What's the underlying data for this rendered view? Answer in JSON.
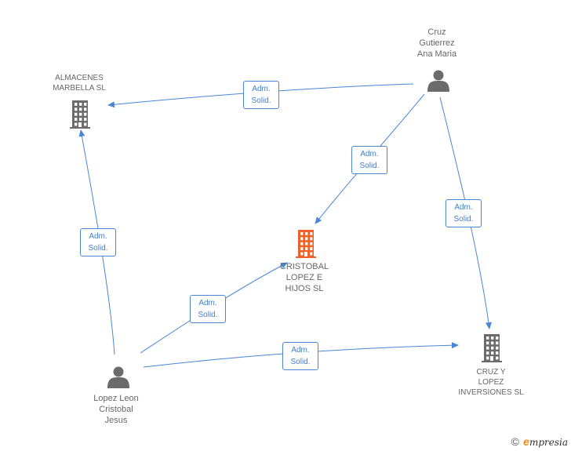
{
  "colors": {
    "edge": "#4a86d4",
    "node": "#6b6b6b",
    "focus": "#f0602a"
  },
  "nodes": {
    "almacenes": {
      "type": "company",
      "lines": [
        "ALMACENES",
        "MARBELLA SL"
      ]
    },
    "cruz_ana": {
      "type": "person",
      "lines": [
        "Cruz",
        "Gutierrez",
        "Ana Maria"
      ]
    },
    "cristobal": {
      "type": "company-focus",
      "lines": [
        "CRISTOBAL",
        "LOPEZ E",
        "HIJOS SL"
      ]
    },
    "cruz_lopez": {
      "type": "company",
      "lines": [
        "CRUZ Y",
        "LOPEZ",
        "INVERSIONES SL"
      ]
    },
    "lopez_leon": {
      "type": "person",
      "lines": [
        "Lopez Leon",
        "Cristobal",
        "Jesus"
      ]
    }
  },
  "edges": [
    {
      "from": "cruz_ana",
      "to": "almacenes",
      "label": [
        "Adm.",
        "Solid."
      ]
    },
    {
      "from": "cruz_ana",
      "to": "cristobal",
      "label": [
        "Adm.",
        "Solid."
      ]
    },
    {
      "from": "cruz_ana",
      "to": "cruz_lopez",
      "label": [
        "Adm.",
        "Solid."
      ]
    },
    {
      "from": "lopez_leon",
      "to": "almacenes",
      "label": [
        "Adm.",
        "Solid."
      ]
    },
    {
      "from": "lopez_leon",
      "to": "cristobal",
      "label": [
        "Adm.",
        "Solid."
      ]
    },
    {
      "from": "lopez_leon",
      "to": "cruz_lopez",
      "label": [
        "Adm.",
        "Solid."
      ]
    }
  ],
  "footer": {
    "copyright": "©",
    "brand_e": "e",
    "brand_rest": "mpresia"
  }
}
